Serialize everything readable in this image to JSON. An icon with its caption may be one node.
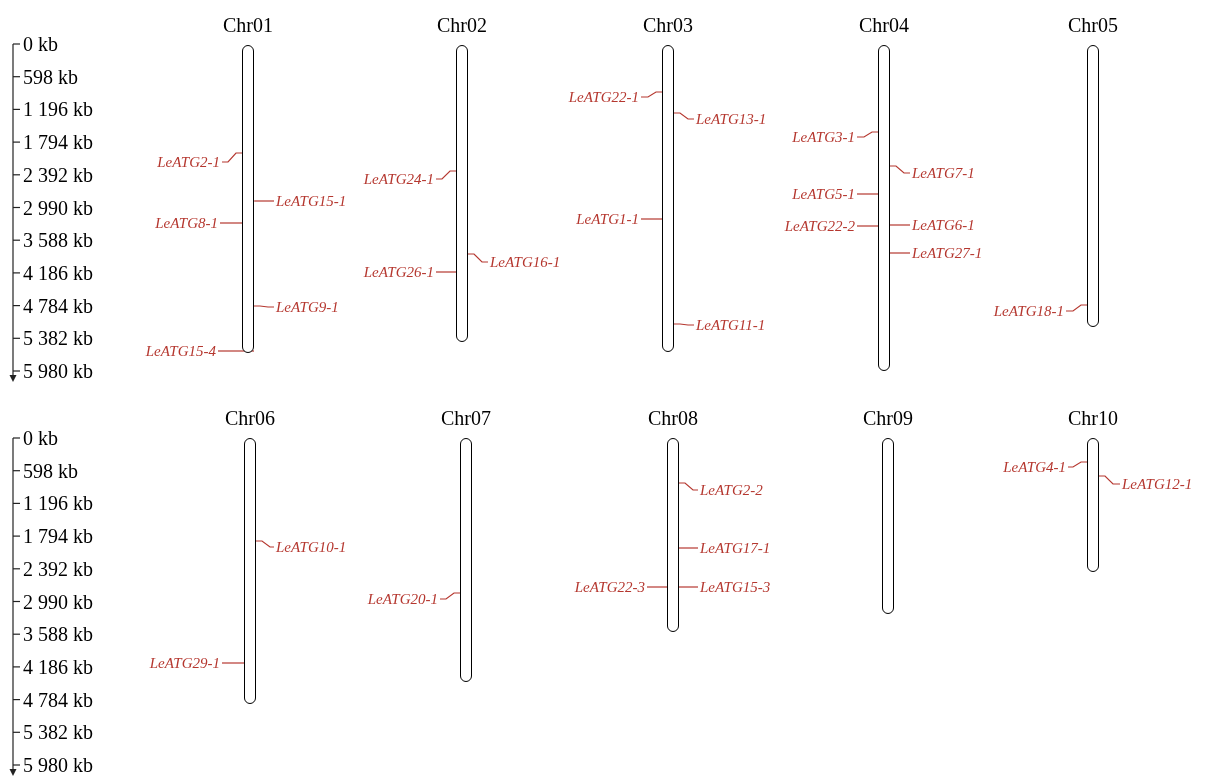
{
  "diagram": {
    "nodes": [
      {
        "text": [
          "Chr01"
        ]
      },
      {
        "text": [
          "LeATG2-1"
        ]
      },
      {
        "text": [
          "LeATG15-1"
        ]
      },
      {
        "text": [
          "LeATG8-1"
        ]
      },
      {
        "text": [
          "LeATG9-1"
        ]
      },
      {
        "text": [
          "LeATG15-4"
        ]
      },
      {
        "text": [
          "Chr02"
        ]
      },
      {
        "text": [
          "LeATG24-1"
        ]
      },
      {
        "text": [
          "LeATG16-1"
        ]
      },
      {
        "text": [
          "LeATG26-1"
        ]
      },
      {
        "text": [
          "Chr03"
        ]
      },
      {
        "text": [
          "LeATG22-1"
        ]
      },
      {
        "text": [
          "LeATG13-1"
        ]
      },
      {
        "text": [
          "LeATG1-1"
        ]
      },
      {
        "text": [
          "LeATG11-1"
        ]
      },
      {
        "text": [
          "Chr04"
        ]
      },
      {
        "text": [
          "LeATG3-1"
        ]
      },
      {
        "text": [
          "LeATG7-1"
        ]
      },
      {
        "text": [
          "LeATG5-1"
        ]
      },
      {
        "text": [
          "LeATG22-2"
        ]
      },
      {
        "text": [
          "LeATG6-1"
        ]
      },
      {
        "text": [
          "LeATG27-1"
        ]
      },
      {
        "text": [
          "Chr05"
        ]
      },
      {
        "text": [
          "LeATG18-1"
        ]
      },
      {
        "text": [
          "Chr06"
        ]
      },
      {
        "text": [
          "LeATG10-1"
        ]
      },
      {
        "text": [
          "LeATG29-1"
        ]
      },
      {
        "text": [
          "Chr07"
        ]
      },
      {
        "text": [
          "LeATG20-1"
        ]
      },
      {
        "text": [
          "Chr08"
        ]
      },
      {
        "text": [
          "LeATG2-2"
        ]
      },
      {
        "text": [
          "LeATG17-1"
        ]
      },
      {
        "text": [
          "LeATG22-3"
        ]
      },
      {
        "text": [
          "LeATG15-3"
        ]
      },
      {
        "text": [
          "Chr09"
        ]
      },
      {
        "text": [
          "Chr10"
        ]
      },
      {
        "text": [
          "LeATG4-1"
        ]
      },
      {
        "text": [
          "LeATG12-1"
        ]
      }
    ],
    "edges": [
      {
        "from": 1,
        "to": 0,
        "arrow": "none"
      },
      {
        "from": 2,
        "to": 0,
        "arrow": "none"
      },
      {
        "from": 3,
        "to": 0,
        "arrow": "none"
      },
      {
        "from": 4,
        "to": 0,
        "arrow": "none"
      },
      {
        "from": 5,
        "to": 0,
        "arrow": "none"
      },
      {
        "from": 7,
        "to": 6,
        "arrow": "none"
      },
      {
        "from": 8,
        "to": 6,
        "arrow": "none"
      },
      {
        "from": 9,
        "to": 6,
        "arrow": "none"
      },
      {
        "from": 11,
        "to": 10,
        "arrow": "none"
      },
      {
        "from": 12,
        "to": 10,
        "arrow": "none"
      },
      {
        "from": 13,
        "to": 10,
        "arrow": "none"
      },
      {
        "from": 14,
        "to": 10,
        "arrow": "none"
      },
      {
        "from": 16,
        "to": 15,
        "arrow": "none"
      },
      {
        "from": 17,
        "to": 15,
        "arrow": "none"
      },
      {
        "from": 18,
        "to": 15,
        "arrow": "none"
      },
      {
        "from": 19,
        "to": 15,
        "arrow": "none"
      },
      {
        "from": 20,
        "to": 15,
        "arrow": "none"
      },
      {
        "from": 21,
        "to": 15,
        "arrow": "none"
      },
      {
        "from": 23,
        "to": 22,
        "arrow": "none"
      },
      {
        "from": 25,
        "to": 24,
        "arrow": "none"
      },
      {
        "from": 26,
        "to": 24,
        "arrow": "none"
      },
      {
        "from": 28,
        "to": 27,
        "arrow": "none"
      },
      {
        "from": 30,
        "to": 29,
        "arrow": "none"
      },
      {
        "from": 31,
        "to": 29,
        "arrow": "none"
      },
      {
        "from": 32,
        "to": 29,
        "arrow": "none"
      },
      {
        "from": 33,
        "to": 29,
        "arrow": "none"
      },
      {
        "from": 36,
        "to": 35,
        "arrow": "none"
      },
      {
        "from": 37,
        "to": 35,
        "arrow": "none"
      }
    ],
    "labels": [
      "0 kb",
      "598 kb",
      "1 196 kb",
      "1 794 kb",
      "2 392 kb",
      "2 990 kb",
      "3 588 kb",
      "4 186 kb",
      "4 784 kb",
      "5 382 kb",
      "5 980 kb",
      "0 kb",
      "598 kb",
      "1 196 kb",
      "1 794 kb",
      "2 392 kb",
      "2 990 kb",
      "3 588 kb",
      "4 186 kb",
      "4 784 kb",
      "5 382 kb",
      "5 980 kb"
    ]
  }
}
